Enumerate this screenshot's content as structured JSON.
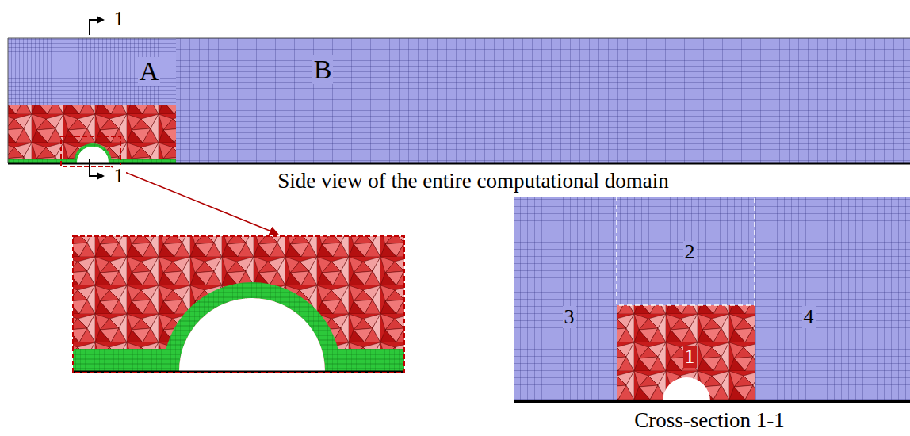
{
  "diagram": {
    "labels": [
      "1",
      "A",
      "B",
      "1",
      "Side view of the entire computational domain",
      "2",
      "3",
      "1",
      "4",
      "Cross-section 1-1"
    ]
  }
}
